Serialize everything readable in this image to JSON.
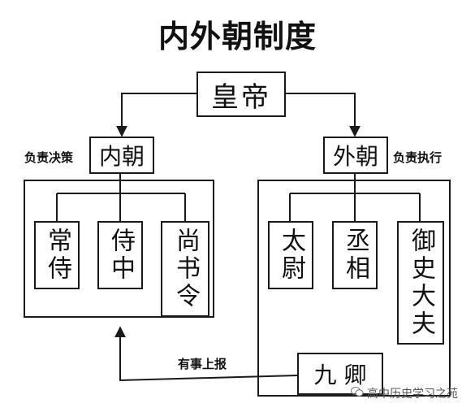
{
  "diagram": {
    "title": "内外朝制度",
    "emperor": "皇帝",
    "inner_court": {
      "label": "内朝",
      "role": "负责决策",
      "officials": [
        "常侍",
        "侍中",
        "尚书令"
      ]
    },
    "outer_court": {
      "label": "外朝",
      "role": "负责执行",
      "officials": [
        "太尉",
        "丞相",
        "御史大夫"
      ],
      "nine_ministers": "九 卿"
    },
    "report_label": "有事上报"
  },
  "watermark": "高中历史学习之苑",
  "colors": {
    "line": "#1a1a1a",
    "background": "#ffffff",
    "watermark": "#555555"
  }
}
